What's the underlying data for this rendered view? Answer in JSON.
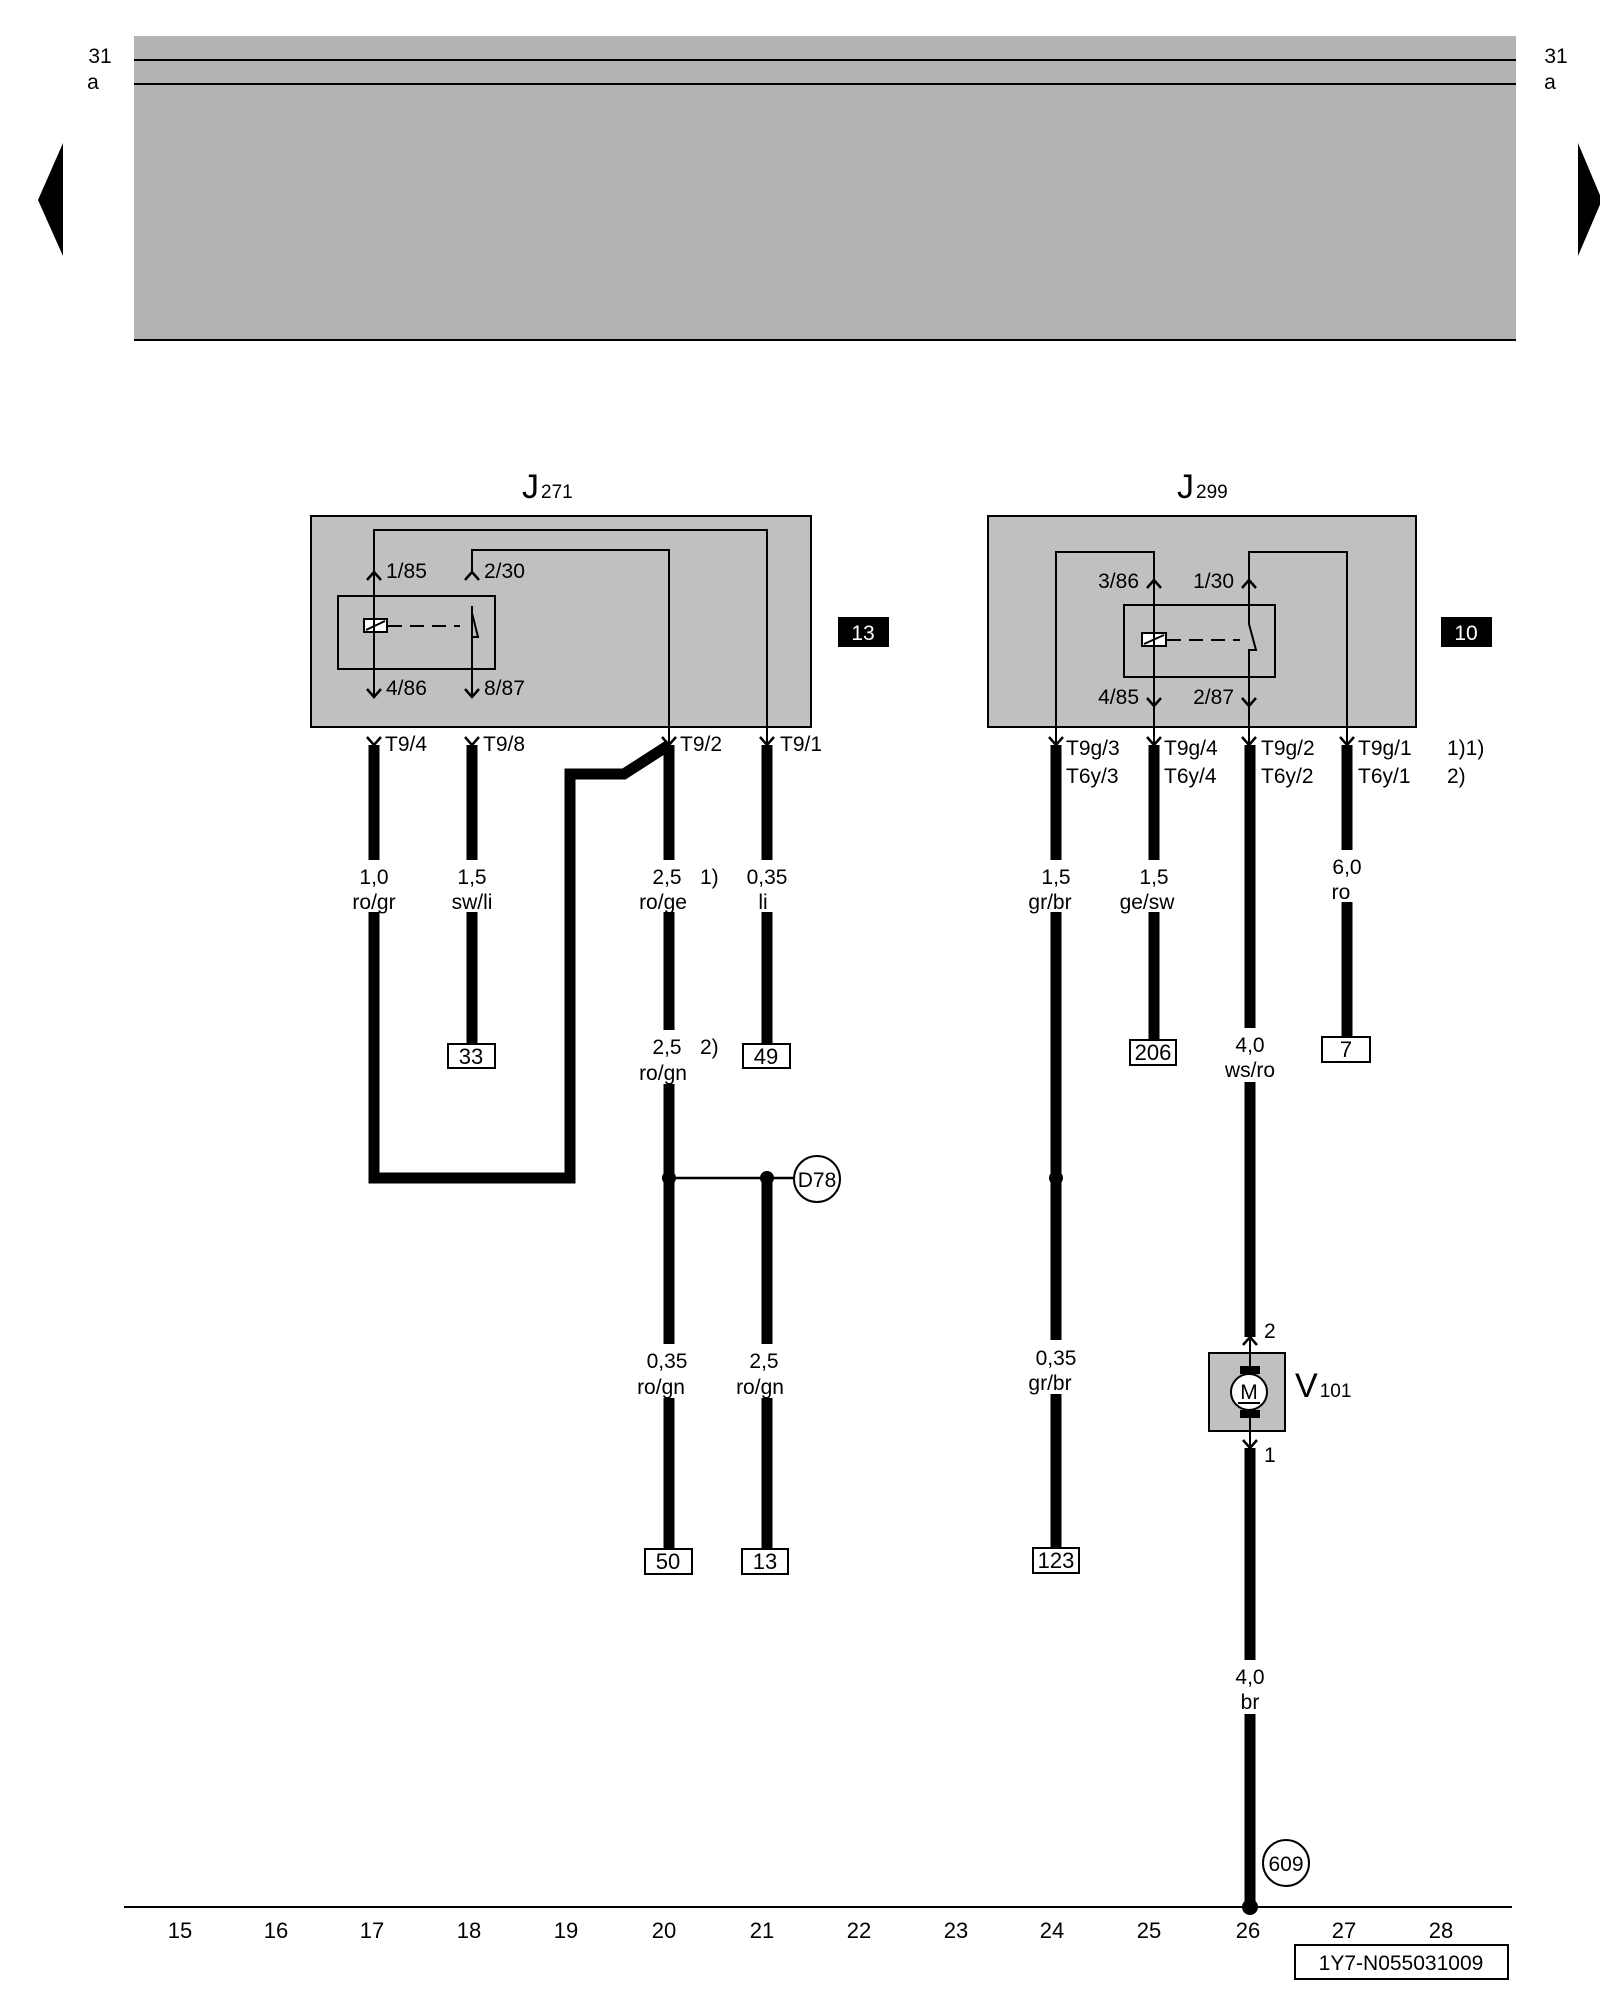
{
  "header": {
    "left_top": "31",
    "left_bottom": "a",
    "right_top": "31",
    "right_bottom": "a"
  },
  "colors": {
    "header_fill": "#b3b3b3",
    "component_fill": "#c0c0c0",
    "line": "#000000"
  },
  "icons": {
    "prev": "triangle-left-icon",
    "next": "triangle-right-icon",
    "motor": "motor-icon"
  },
  "components": {
    "j271": {
      "letter": "J",
      "sub": "271",
      "badge": "13",
      "pins": {
        "p185": "1/85",
        "p230": "2/30",
        "p486": "4/86",
        "p887": "8/87"
      },
      "conn": {
        "t94": "T9/4",
        "t98": "T9/8",
        "t92": "T9/2",
        "t91": "T9/1"
      }
    },
    "j299": {
      "letter": "J",
      "sub": "299",
      "badge": "10",
      "pins": {
        "p386": "3/86",
        "p130": "1/30",
        "p485": "4/85",
        "p287": "2/87"
      },
      "conn": {
        "c1a": "T9g/3",
        "c1b": "T6y/3",
        "c2a": "T9g/4",
        "c2b": "T6y/4",
        "c3a": "T9g/2",
        "c3b": "T6y/2",
        "c4a": "T9g/1",
        "c4b": "T6y/1",
        "n1": "1)1)",
        "n2": "2)"
      }
    },
    "v101": {
      "letter": "V",
      "sub": "101",
      "motor": "M",
      "pin2": "2",
      "pin1": "1"
    }
  },
  "wires": {
    "w17": {
      "size": "1,0",
      "color": "ro/gr"
    },
    "w18": {
      "size": "1,5",
      "color": "sw/li"
    },
    "w20a": {
      "size": "2,5",
      "color": "ro/ge",
      "note": "1)"
    },
    "w20b": {
      "size": "2,5",
      "color": "ro/gn",
      "note": "2)"
    },
    "w21": {
      "size": "0,35",
      "color": "li"
    },
    "w20c": {
      "size": "0,35",
      "color": "ro/gn"
    },
    "w21b": {
      "size": "2,5",
      "color": "ro/gn"
    },
    "w24": {
      "size": "1,5",
      "color": "gr/br"
    },
    "w25": {
      "size": "1,5",
      "color": "ge/sw"
    },
    "w26a": {
      "size": "4,0",
      "color": "ws/ro"
    },
    "w27": {
      "size": "6,0",
      "color": "ro"
    },
    "w24b": {
      "size": "0,35",
      "color": "gr/br"
    },
    "w26b": {
      "size": "4,0",
      "color": "br"
    }
  },
  "refs": {
    "r33": "33",
    "r49": "49",
    "r206": "206",
    "r7": "7",
    "r50": "50",
    "r13": "13",
    "r123": "123"
  },
  "grounds": {
    "d78": "D78",
    "g609": "609"
  },
  "columns": [
    "15",
    "16",
    "17",
    "18",
    "19",
    "20",
    "21",
    "22",
    "23",
    "24",
    "25",
    "26",
    "27",
    "28"
  ],
  "footer_code": "1Y7-N055031009"
}
